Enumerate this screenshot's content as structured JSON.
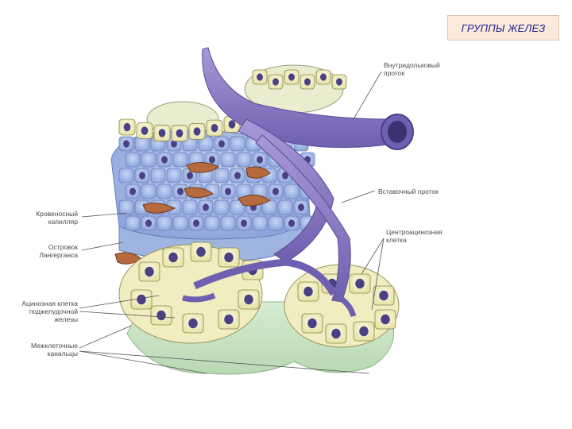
{
  "title": "ГРУППЫ ЖЕЛЕЗ",
  "labels": {
    "intralobular_duct": [
      "Внутридольковый",
      "проток"
    ],
    "intercalated_duct": [
      "Вставочный проток"
    ],
    "centroacinar_cell": [
      "Центроацинозная",
      "клетка"
    ],
    "blood_capillary": [
      "Кровеносный",
      "капилляр"
    ],
    "islet": [
      "Островок",
      "Лангерганса"
    ],
    "acinar_cell": [
      "Ацинозная клетка",
      "поджелудочной",
      "железы"
    ],
    "intercellular_ducts": [
      "Межклеточные",
      "канальцы"
    ]
  },
  "colors": {
    "duct": "#8e7fc4",
    "islet_cell": "#a9bde8",
    "acinar_cell": "#f4f1c6",
    "nucleus": "#4b3f86",
    "capillary": "#b86a3f",
    "base_tissue": "#cfe6c9"
  }
}
